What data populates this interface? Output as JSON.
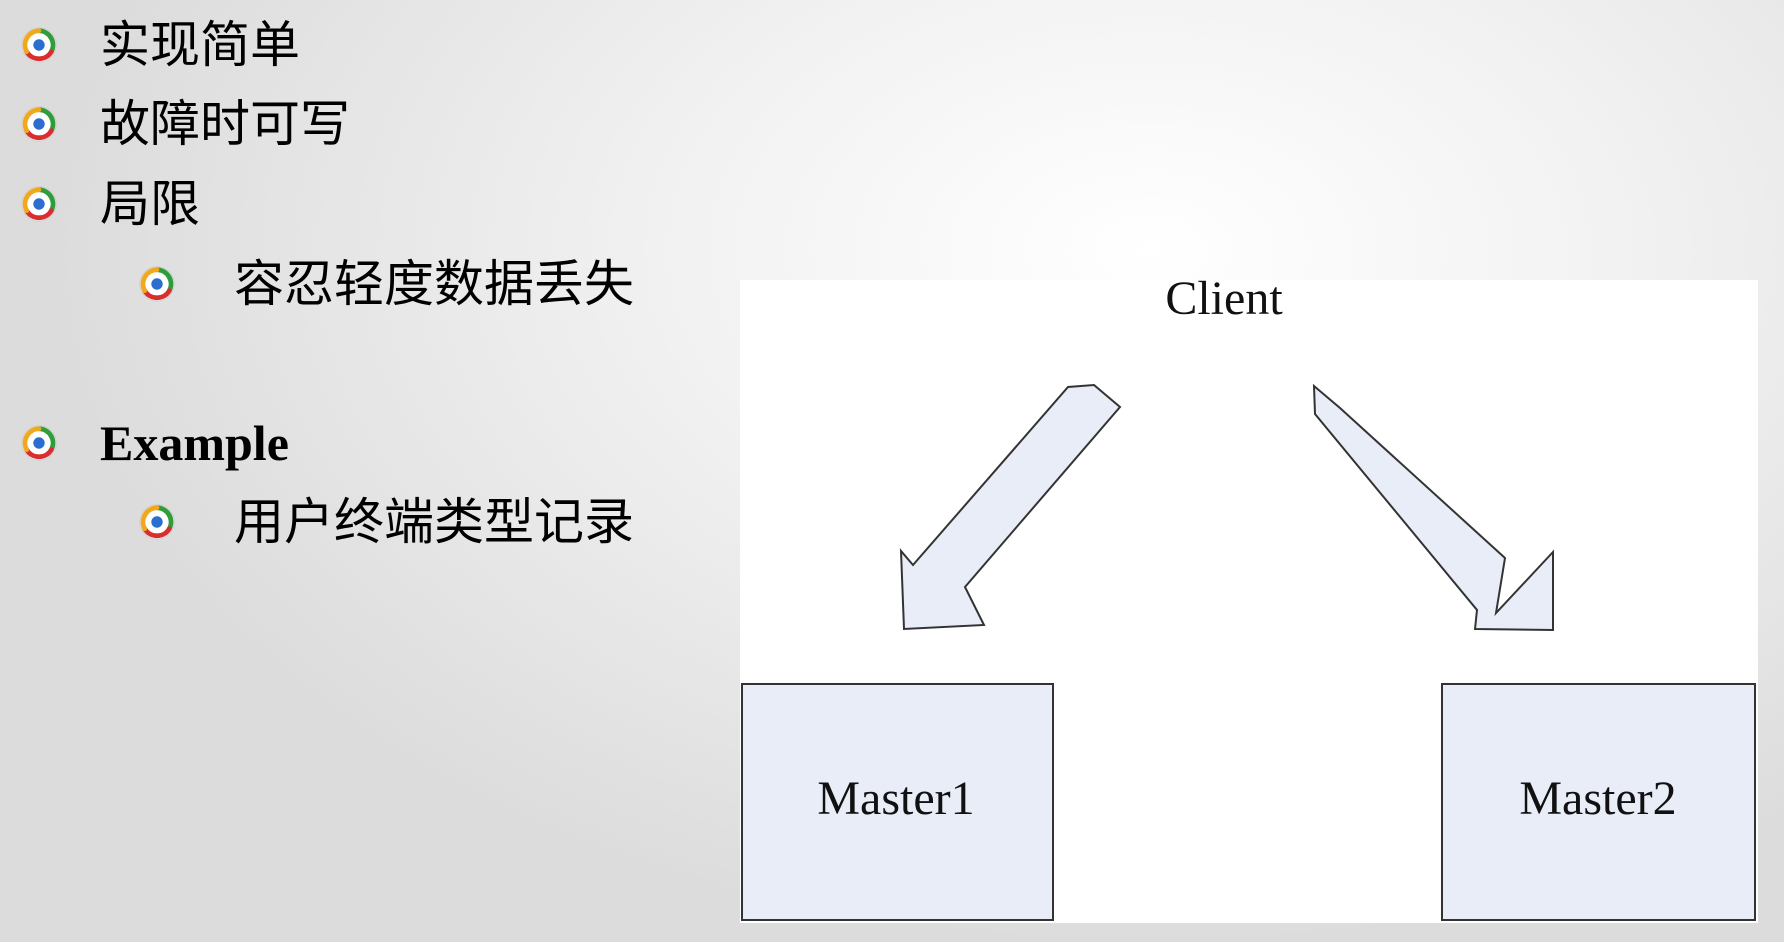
{
  "bullets": [
    {
      "text": "实现简单",
      "level": 1
    },
    {
      "text": "故障时可写",
      "level": 1
    },
    {
      "text": "局限",
      "level": 1
    },
    {
      "text": "容忍轻度数据丢失",
      "level": 2
    },
    {
      "text": "Example",
      "level": 1
    },
    {
      "text": "用户终端类型记录",
      "level": 2
    }
  ],
  "bullet_icon": "ring-logo-icon",
  "diagram": {
    "client_label": "Client",
    "master1_label": "Master1",
    "master2_label": "Master2",
    "box_fill": "#e8edf8",
    "arrow_fill": "#e8edf8",
    "stroke_color": "#333333"
  }
}
